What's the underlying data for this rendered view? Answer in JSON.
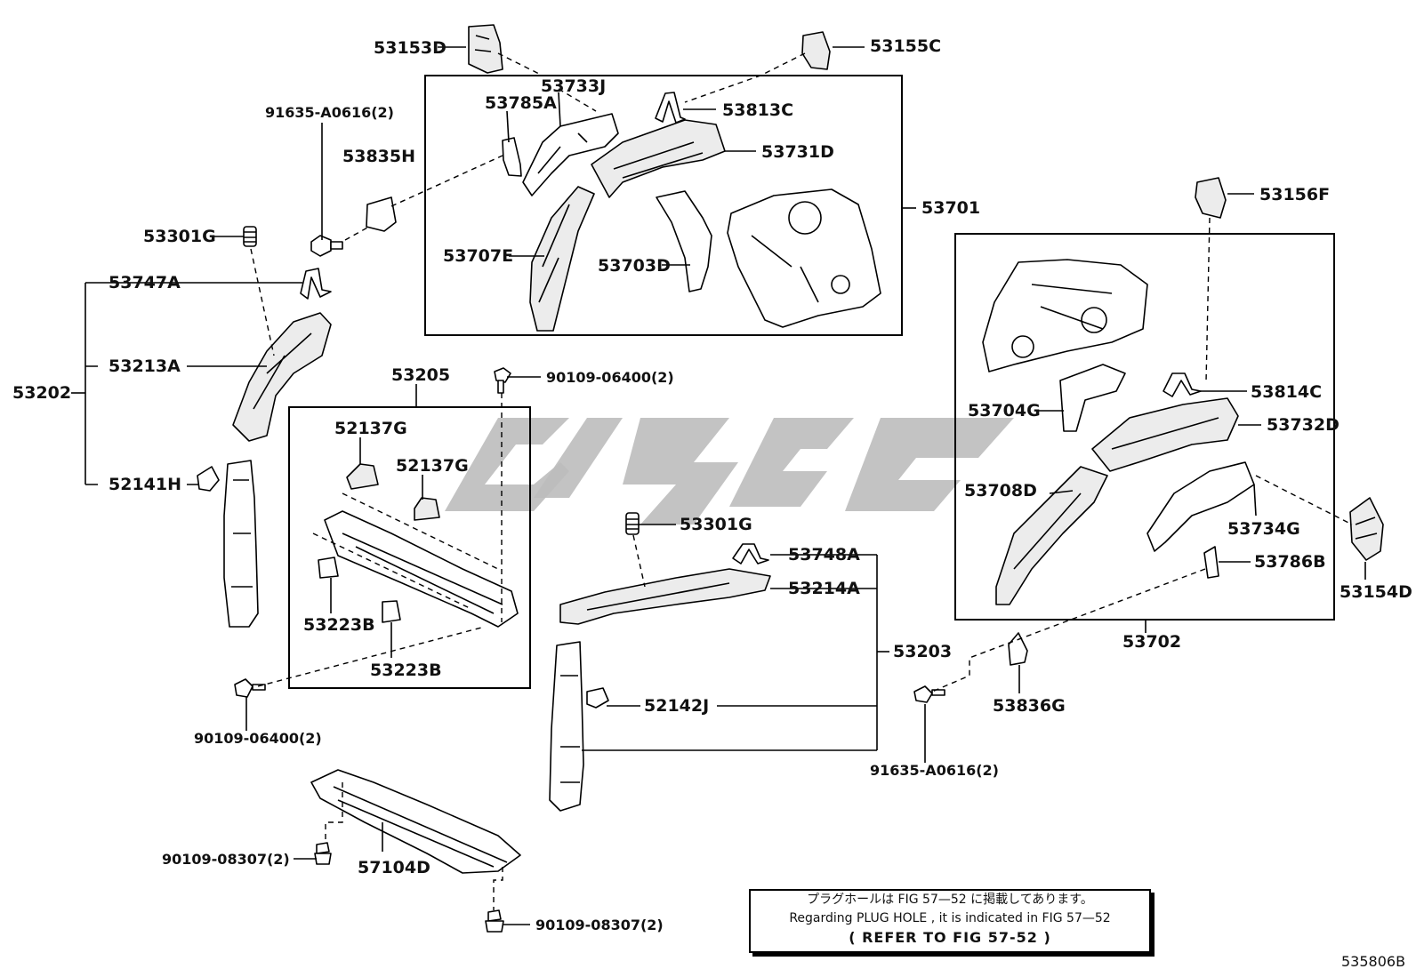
{
  "labels": {
    "p53153D": "53153D",
    "p53155C": "53155C",
    "p53733J": "53733J",
    "p53785A": "53785A",
    "p53813C": "53813C",
    "p53731D": "53731D",
    "p91635_top": "91635-A0616(2)",
    "p53835H": "53835H",
    "p53701": "53701",
    "p53301G_top": "53301G",
    "p53707E": "53707E",
    "p53703D": "53703D",
    "p53747A": "53747A",
    "p53213A": "53213A",
    "p53202": "53202",
    "p52141H": "52141H",
    "p53205": "53205",
    "p90109_06400_top": "90109-06400(2)",
    "p52137G_a": "52137G",
    "p52137G_b": "52137G",
    "p53223B_a": "53223B",
    "p53223B_b": "53223B",
    "p90109_06400_bot": "90109-06400(2)",
    "p53301G_mid": "53301G",
    "p53748A": "53748A",
    "p53214A": "53214A",
    "p53203": "53203",
    "p52142J": "52142J",
    "p53156F": "53156F",
    "p53814C": "53814C",
    "p53704G": "53704G",
    "p53732D": "53732D",
    "p53708D": "53708D",
    "p53734G": "53734G",
    "p53786B": "53786B",
    "p53154D": "53154D",
    "p53702": "53702",
    "p53836G": "53836G",
    "p91635_bot": "91635-A0616(2)",
    "p90109_08307_a": "90109-08307(2)",
    "p57104D": "57104D",
    "p90109_08307_b": "90109-08307(2)"
  },
  "note": {
    "jp": "プラグホールは FIG 57—52 に掲載してあります。",
    "en": "Regarding PLUG HOLE , it is indicated in FIG 57—52",
    "ref": "( REFER TO FIG 57-52 )"
  },
  "figure_code": "535806B"
}
